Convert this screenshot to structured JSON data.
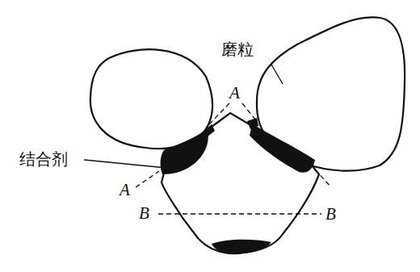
{
  "diagram": {
    "labels": [
      "磨粒",
      "结合剂",
      "A",
      "A",
      "B",
      "B"
    ]
  }
}
